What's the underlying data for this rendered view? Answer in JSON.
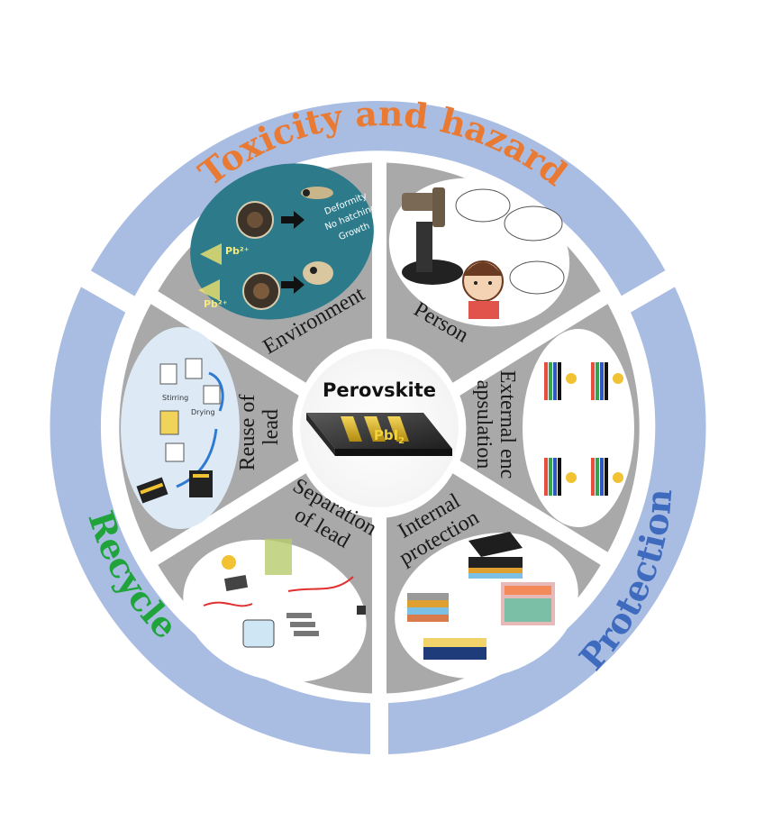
{
  "center": {
    "title": "Perovskite",
    "chip_label": "PbI",
    "chip_subscript": "2"
  },
  "outer_ring": [
    {
      "label": "Toxicity and hazard",
      "color": "#e97a33"
    },
    {
      "label": "Protection",
      "color": "#3e6bbd"
    },
    {
      "label": "Recycle",
      "color": "#1fa33a"
    }
  ],
  "segments": {
    "environment": {
      "label": "Environment",
      "illustration": {
        "line1": "Deformity",
        "line2": "No hatching",
        "line3": "Growth",
        "ion1": "Pb²⁺",
        "ion2": "Pb²⁺"
      }
    },
    "person": {
      "label": "Person"
    },
    "external": {
      "line1": "External enc",
      "line2": "apsulation"
    },
    "internal": {
      "line1": "Internal",
      "line2": "protection"
    },
    "separation": {
      "line1": "Separation",
      "line2": "of lead"
    },
    "reuse": {
      "line1": "Reuse of",
      "line2": "lead",
      "illustration": {
        "step1": "Stirring",
        "step2": "Drying"
      }
    }
  },
  "colors": {
    "ring": "#a9bde3",
    "segment": "#a9a9a9",
    "center": "#ffffff",
    "env_bg": "#2c7a8a"
  }
}
